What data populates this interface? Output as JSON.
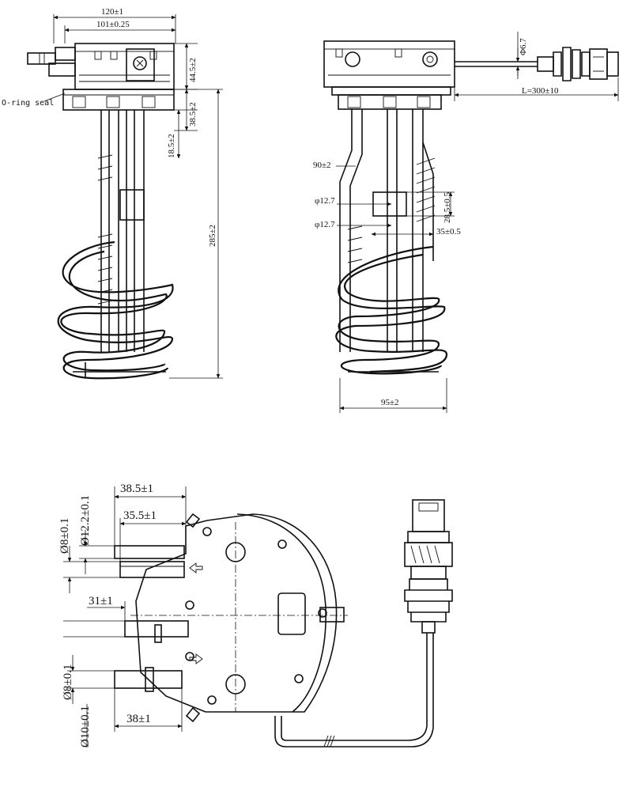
{
  "views": {
    "front": {
      "dims": {
        "width_total": "120±1",
        "width_flange": "101±0.25",
        "height_head": "44.5±2",
        "height_flange": "38.5±2",
        "height_short": "18.5±2",
        "height_total": "285±2"
      },
      "labels": {
        "oring": "O-ring seal"
      }
    },
    "side": {
      "dims": {
        "cable_dia": "Φ6.7",
        "cable_length": "L=300±10",
        "bend_angle": "90±2",
        "tube_dia_1": "φ12.7",
        "tube_dia_2": "φ12.7",
        "sensor_height": "28.5±0.5",
        "offset": "35±0.5",
        "base_width": "95±2"
      }
    },
    "top": {
      "dims": {
        "len_1": "38.5±1",
        "len_2": "35.5±1",
        "dia_1": "Ø12.2±0.1",
        "dia_2": "Ø8±0.1",
        "len_3": "31±1",
        "dia_3": "Ø8±0.1",
        "dia_4": "Ø10±0.1",
        "len_4": "38±1"
      }
    }
  }
}
